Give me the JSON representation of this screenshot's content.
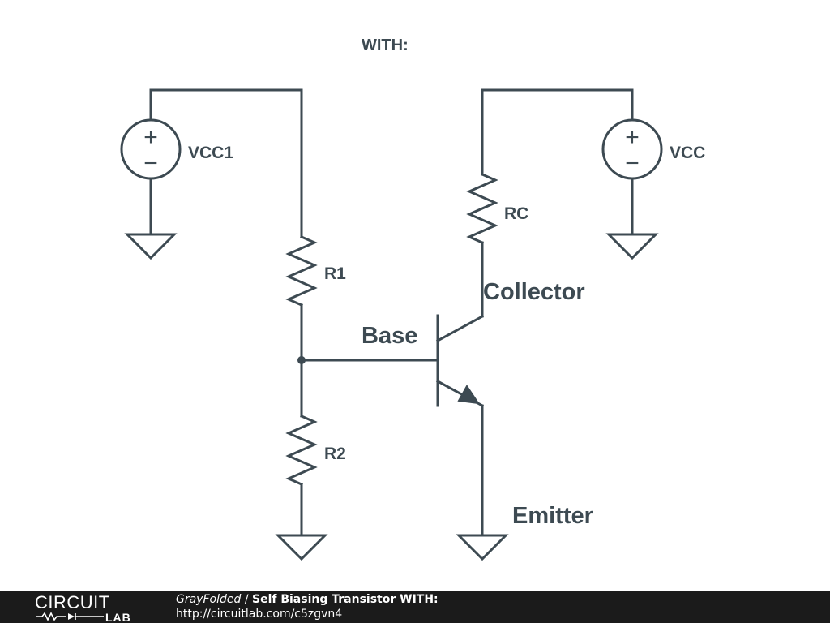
{
  "schematic": {
    "heading": "WITH:",
    "sources": [
      {
        "name": "VCC1",
        "plus": "+",
        "minus": "−"
      },
      {
        "name": "VCC",
        "plus": "+",
        "minus": "−"
      }
    ],
    "resistors": [
      "R1",
      "R2",
      "RC"
    ],
    "transistor_labels": {
      "base": "Base",
      "collector": "Collector",
      "emitter": "Emitter"
    }
  },
  "footer": {
    "logo_top": "CIRCUIT",
    "logo_bottom": "LAB",
    "author": "GrayFolded",
    "separator": " / ",
    "title": "Self Biasing Transistor WITH:",
    "url": "http://circuitlab.com/c5zgvn4"
  }
}
